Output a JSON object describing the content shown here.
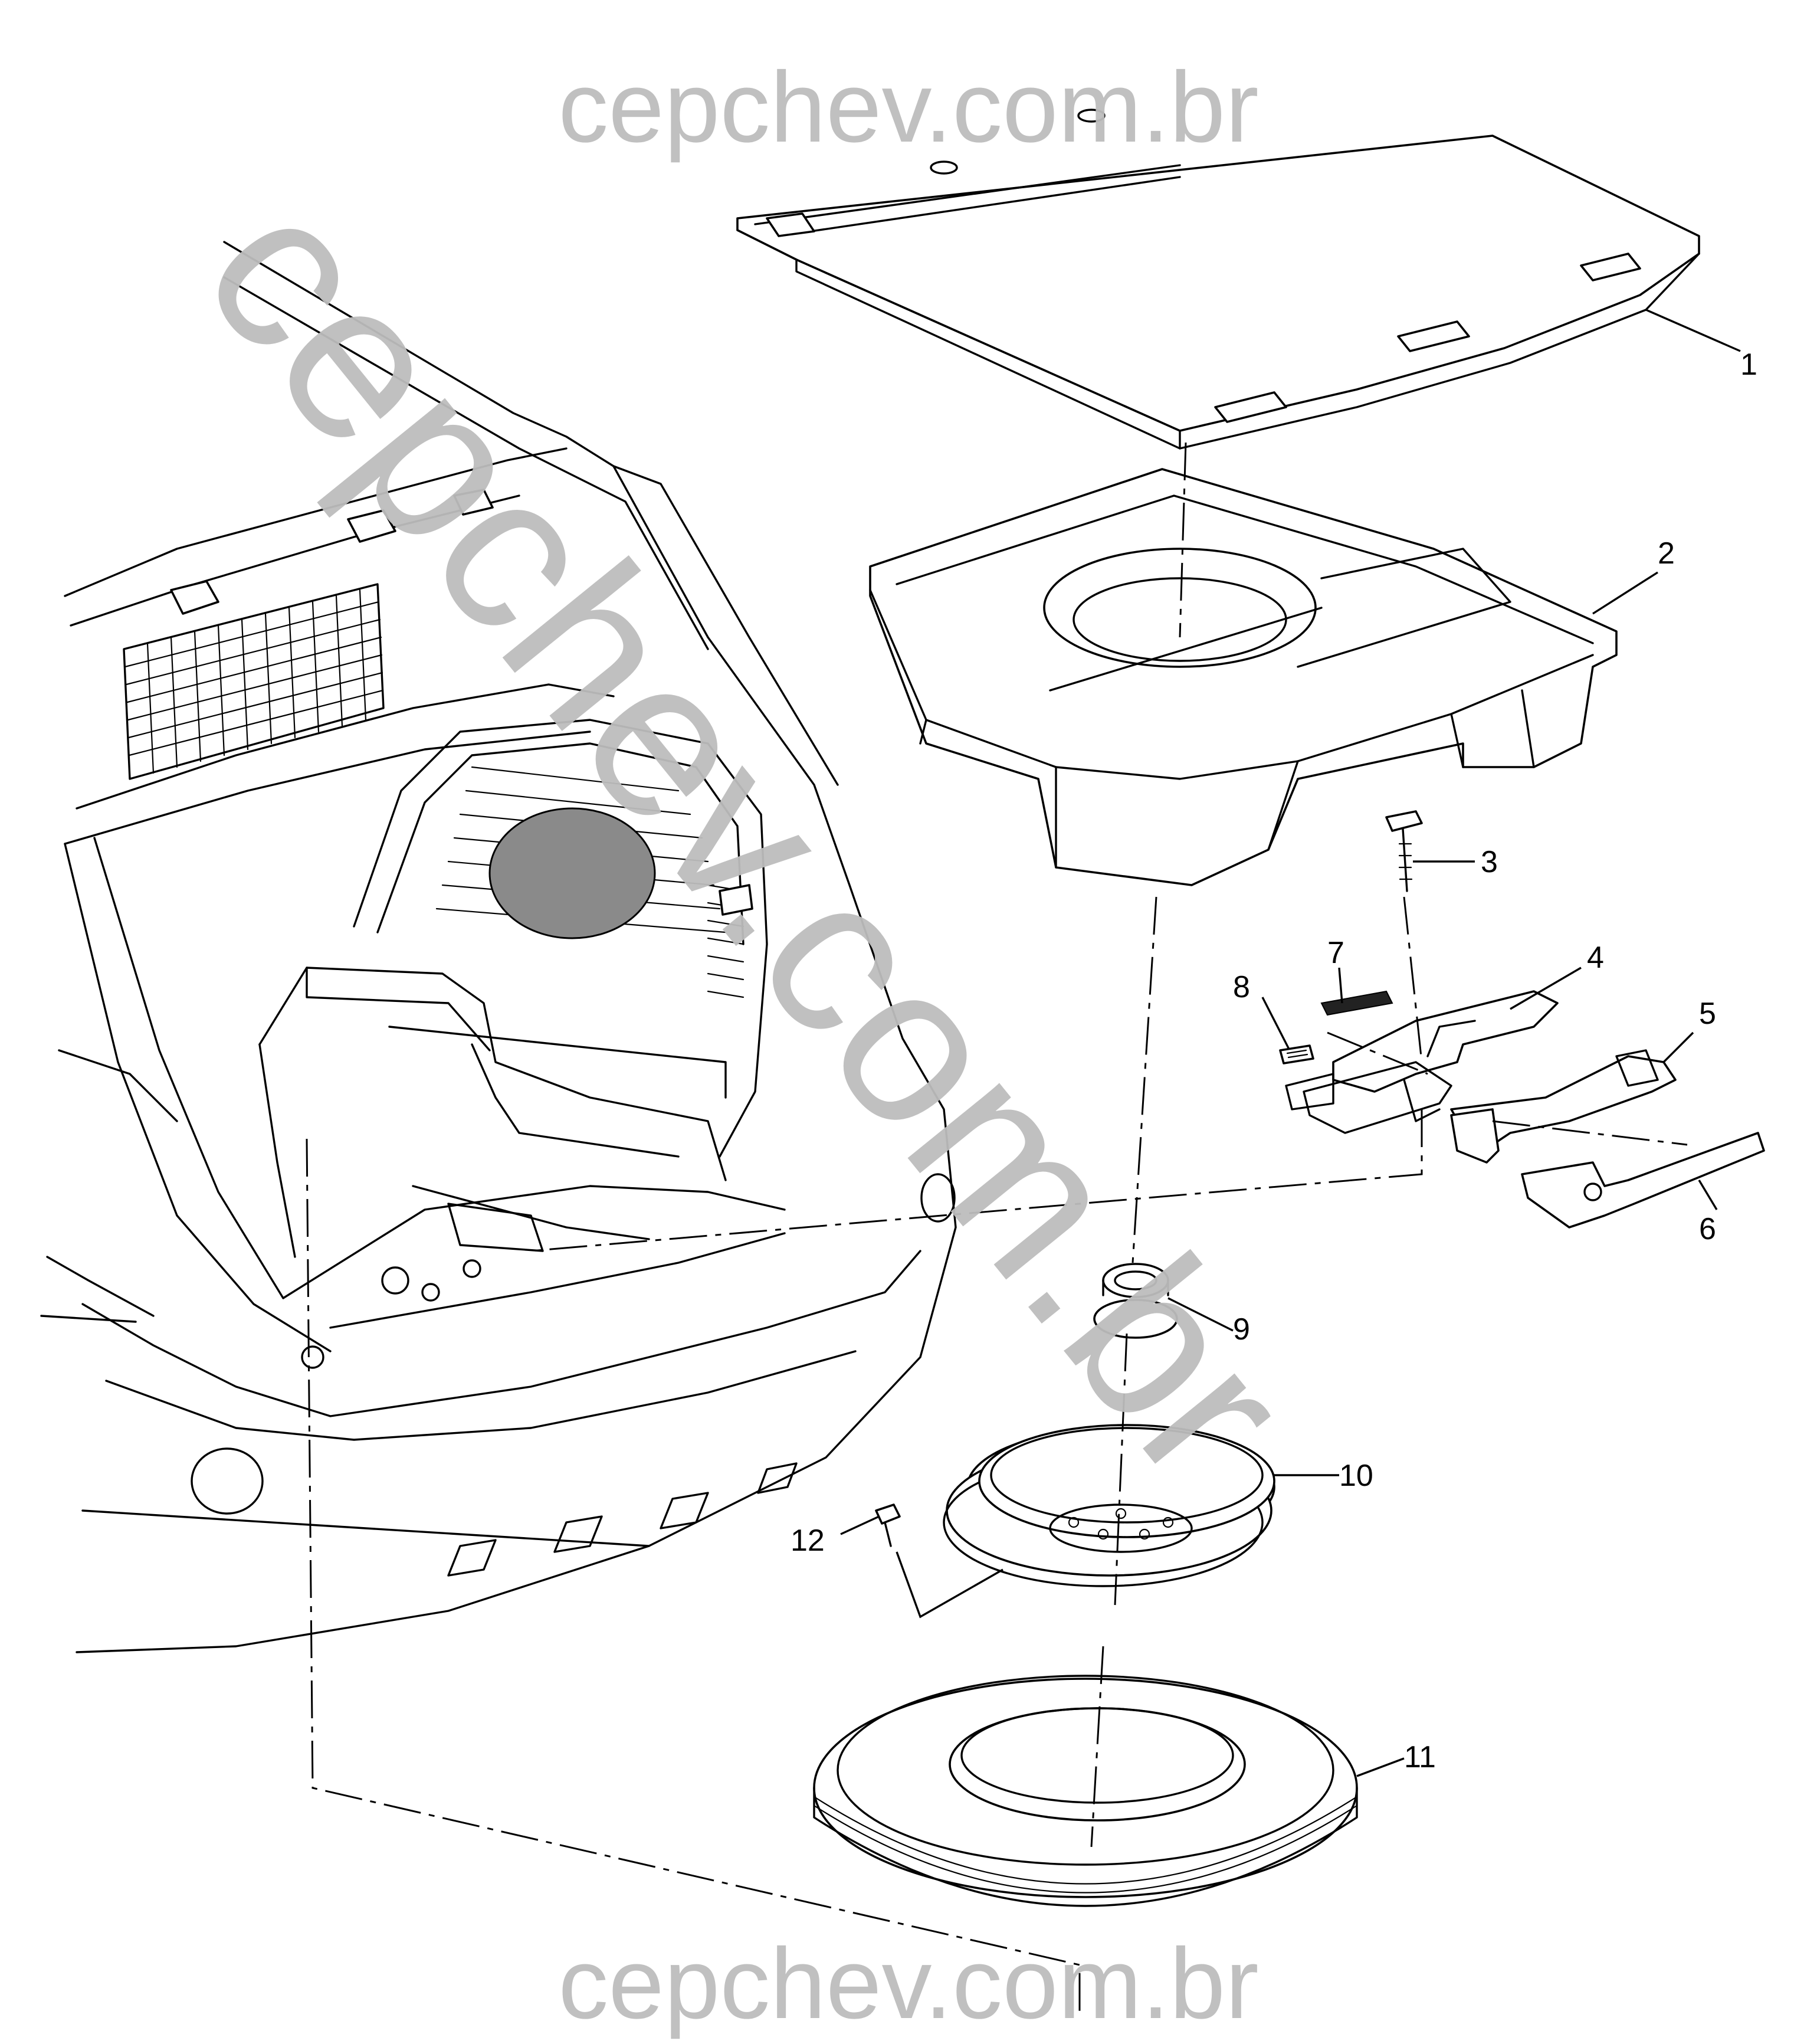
{
  "watermark": {
    "text": "cepchev.com.br",
    "color": "#bdbdbd"
  },
  "callouts": [
    {
      "number": "1"
    },
    {
      "number": "2"
    },
    {
      "number": "3"
    },
    {
      "number": "4"
    },
    {
      "number": "5"
    },
    {
      "number": "6"
    },
    {
      "number": "7"
    },
    {
      "number": "8"
    },
    {
      "number": "9"
    },
    {
      "number": "10"
    },
    {
      "number": "11"
    },
    {
      "number": "12"
    }
  ],
  "parts": [
    {
      "name": "cargo-floor-panel"
    },
    {
      "name": "spare-tire-storage-tray"
    },
    {
      "name": "retainer-bolt"
    },
    {
      "name": "jack"
    },
    {
      "name": "jack-handle"
    },
    {
      "name": "wheel-wrench"
    },
    {
      "name": "jack-label"
    },
    {
      "name": "warning-label"
    },
    {
      "name": "hold-down-nut"
    },
    {
      "name": "spare-wheel"
    },
    {
      "name": "spare-tire"
    },
    {
      "name": "wheel-bolt"
    },
    {
      "name": "vehicle-cargo-area"
    }
  ]
}
